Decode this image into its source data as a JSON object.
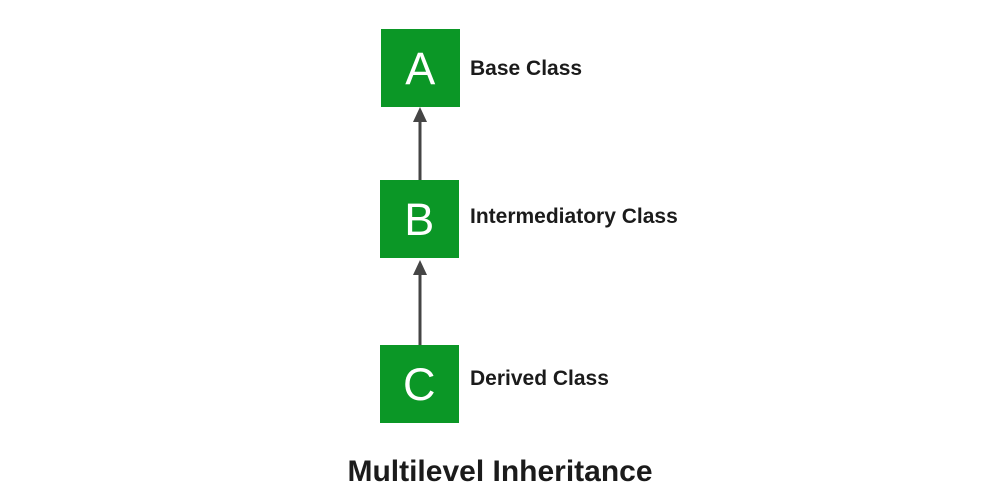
{
  "diagram": {
    "title": "Multilevel Inheritance",
    "type": "class-inheritance-diagram",
    "background_color": "#ffffff",
    "node_color": "#0b9726",
    "node_text_color": "#ffffff",
    "label_text_color": "#1b1b1b",
    "arrow_color": "#454545",
    "nodes": [
      {
        "id": "a",
        "letter": "A",
        "label": "Base Class"
      },
      {
        "id": "b",
        "letter": "B",
        "label": "Intermediatory Class"
      },
      {
        "id": "c",
        "letter": "C",
        "label": "Derived Class"
      }
    ],
    "arrows": [
      {
        "id": "b-to-a",
        "from": "B",
        "to": "A",
        "direction": "up"
      },
      {
        "id": "c-to-b",
        "from": "C",
        "to": "B",
        "direction": "up"
      }
    ]
  }
}
